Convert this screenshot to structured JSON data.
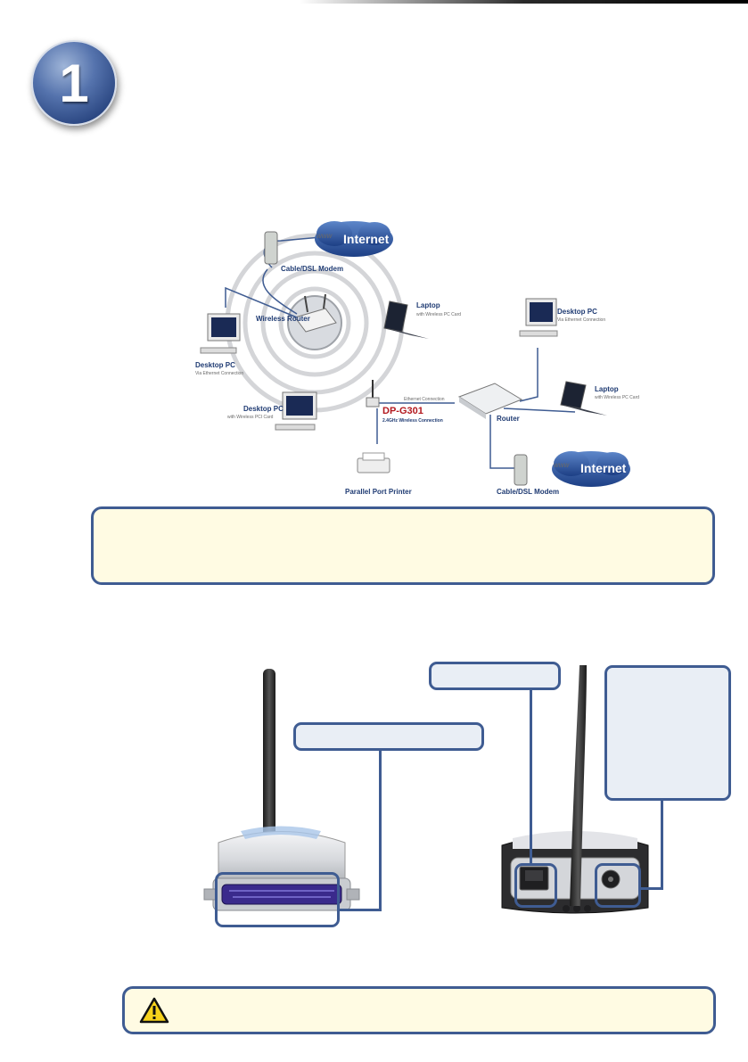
{
  "step": {
    "number": "1"
  },
  "diagram": {
    "internet_top": "Internet",
    "www_top": "www",
    "modem_top": "Cable/DSL Modem",
    "wireless_router": "Wireless Router",
    "laptop_left": "Laptop",
    "laptop_left_sub": "with Wireless PC Card",
    "desktop_left": "Desktop PC",
    "desktop_left_sub": "Via Ethernet Connection",
    "desktop_bottom": "Desktop PC",
    "desktop_bottom_sub": "with Wireless PCI Card",
    "device": "DP-G301",
    "device_sub": "2.4GHz Wireless Connection",
    "printer": "Parallel Port Printer",
    "ethernet": "Ethernet Connection",
    "router": "Router",
    "desktop_right": "Desktop PC",
    "desktop_right_sub": "Via Ethernet Connection",
    "laptop_right": "Laptop",
    "laptop_right_sub": "with Wireless PC Card",
    "modem_bottom": "Cable/DSL Modem",
    "internet_bottom": "Internet",
    "www_bottom": "www"
  },
  "colors": {
    "accent": "#3f5c92",
    "note_bg": "#fffbe3",
    "callout_bg": "#e9eef5",
    "device_red": "#b3191f"
  },
  "icons": {
    "caution": "warning-triangle-icon"
  }
}
